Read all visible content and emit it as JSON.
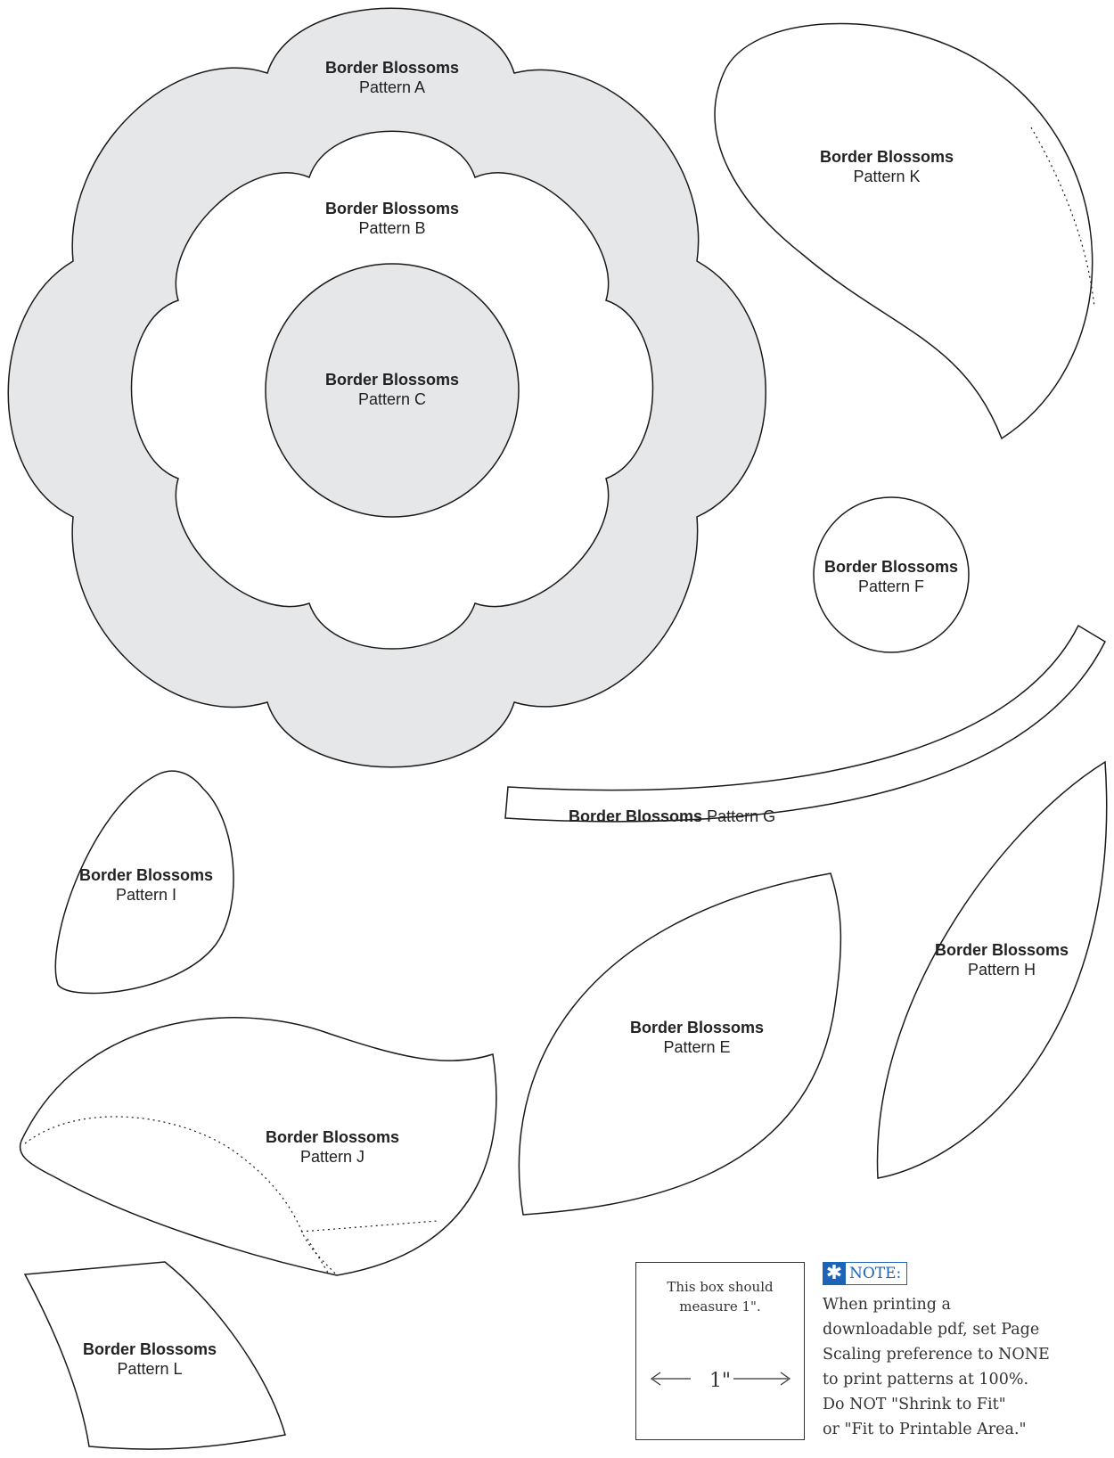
{
  "labels": {
    "A": {
      "title": "Border Blossoms",
      "sub": "Pattern A"
    },
    "B": {
      "title": "Border Blossoms",
      "sub": "Pattern B"
    },
    "C": {
      "title": "Border Blossoms",
      "sub": "Pattern C"
    },
    "K": {
      "title": "Border Blossoms",
      "sub": "Pattern K"
    },
    "F": {
      "title": "Border Blossoms",
      "sub": "Pattern F"
    },
    "G": {
      "title": "Border Blossoms",
      "sub": "Pattern G"
    },
    "I": {
      "title": "Border Blossoms",
      "sub": "Pattern I"
    },
    "H": {
      "title": "Border Blossoms",
      "sub": "Pattern H"
    },
    "E": {
      "title": "Border Blossoms",
      "sub": "Pattern E"
    },
    "J": {
      "title": "Border Blossoms",
      "sub": "Pattern J"
    },
    "L": {
      "title": "Border Blossoms",
      "sub": "Pattern L"
    }
  },
  "measure_box": {
    "line1": "This box should",
    "line2": "measure 1\".",
    "measure": "1\""
  },
  "note": {
    "icon": "asterisk-icon",
    "title": "NOTE:",
    "lines": [
      "When printing a",
      "downloadable pdf, set Page",
      "Scaling preference to NONE",
      "to print patterns at 100%.",
      "Do NOT \"Shrink to Fit\"",
      "or \"Fit to Printable Area.\""
    ]
  },
  "colors": {
    "fill_gray": "#e6e7e8",
    "outline": "#1a1a1a",
    "note_blue": "#1d63b6"
  }
}
